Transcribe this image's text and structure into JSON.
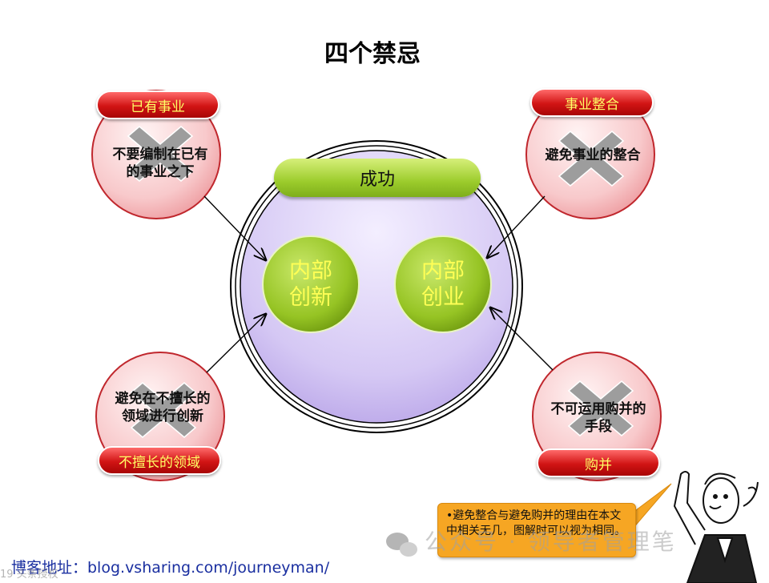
{
  "title": "四个禁忌",
  "center": {
    "success_label": "成功",
    "left_core": {
      "line1": "内部",
      "line2": "创新"
    },
    "right_core": {
      "line1": "内部",
      "line2": "创业"
    }
  },
  "taboos": [
    {
      "label": "已有事业",
      "line1": "不要编制在已有",
      "line2": "的事业之下"
    },
    {
      "label": "事业整合",
      "line1": "避免事业的整合",
      "line2": ""
    },
    {
      "label": "不擅长的领域",
      "line1": "避免在不擅长的",
      "line2": "领域进行创新"
    },
    {
      "label": "购并",
      "line1": "不可运用购并的",
      "line2": "手段"
    }
  ],
  "note": {
    "text": "•避免整合与避免购并的理由在本文中相关无几，图解时可以视为相同。"
  },
  "footer": {
    "text": "博客地址：blog.vsharing.com/journeyman/"
  },
  "watermark": {
    "text": "公众号 · 领导者管理笔"
  },
  "corner_mark": {
    "text": "19 头条授权"
  },
  "colors": {
    "taboo_fill": "#f5c4c6",
    "taboo_border": "#c0272d",
    "pill_red": "#d11414",
    "core_green": "#9ccc2c",
    "big_circle": "#cfc0f0",
    "note_orange": "#f6a623"
  }
}
